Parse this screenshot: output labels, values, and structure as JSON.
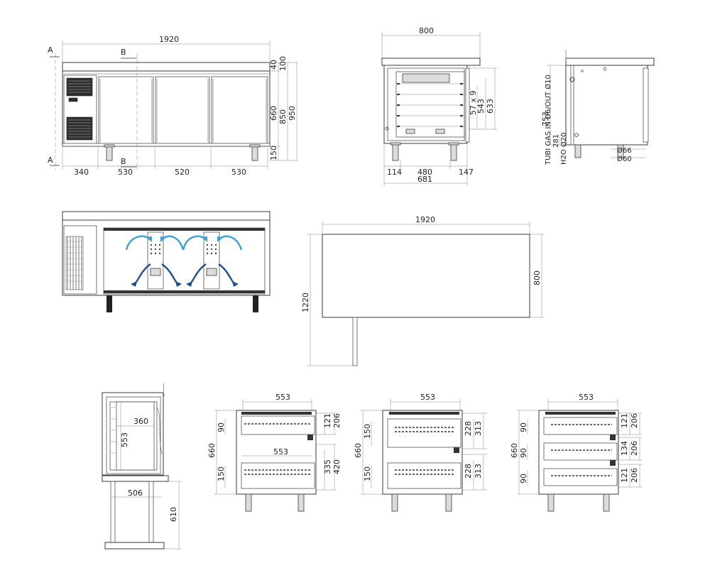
{
  "sheet": {
    "front": {
      "width": "1920",
      "section_a": "A",
      "section_b": "B",
      "h40": "40",
      "h100": "100",
      "h660": "660",
      "h850": "850",
      "h950": "950",
      "h150": "150",
      "w340": "340",
      "w530a": "530",
      "w520": "520",
      "w530b": "530"
    },
    "side": {
      "width": "800",
      "grid": "57 x 9",
      "h543": "543",
      "h633": "633",
      "w114": "114",
      "w480": "480",
      "w147": "147",
      "w681": "681"
    },
    "side_right": {
      "h753": "753",
      "tubi": "TUBI GAS IN Ø6/OUT Ø10",
      "h281": "281",
      "h2o": "H2O Ø20",
      "d66": "Ø66",
      "d60": "Ø60"
    },
    "top": {
      "w1920": "1920",
      "d800": "800",
      "d1220": "1220"
    },
    "section_bb": {
      "h553": "553",
      "w360": "360",
      "w506": "506",
      "h610": "610"
    },
    "drawers_2": {
      "w553top": "553",
      "w553mid": "553",
      "h660": "660",
      "h90": "90",
      "h150": "150",
      "h121": "121",
      "h206": "206",
      "h335": "335",
      "h420": "420"
    },
    "drawers_2b": {
      "w553": "553",
      "h660": "660",
      "h150a": "150",
      "h150b": "150",
      "h228a": "228",
      "h313a": "313",
      "h228b": "228",
      "h313b": "313"
    },
    "drawers_3": {
      "w553": "553",
      "h660": "660",
      "h90a": "90",
      "h90b": "90",
      "h90c": "90",
      "h121a": "121",
      "h206a": "206",
      "h134": "134",
      "h206b": "206",
      "h121b": "121",
      "h206c": "206"
    }
  }
}
